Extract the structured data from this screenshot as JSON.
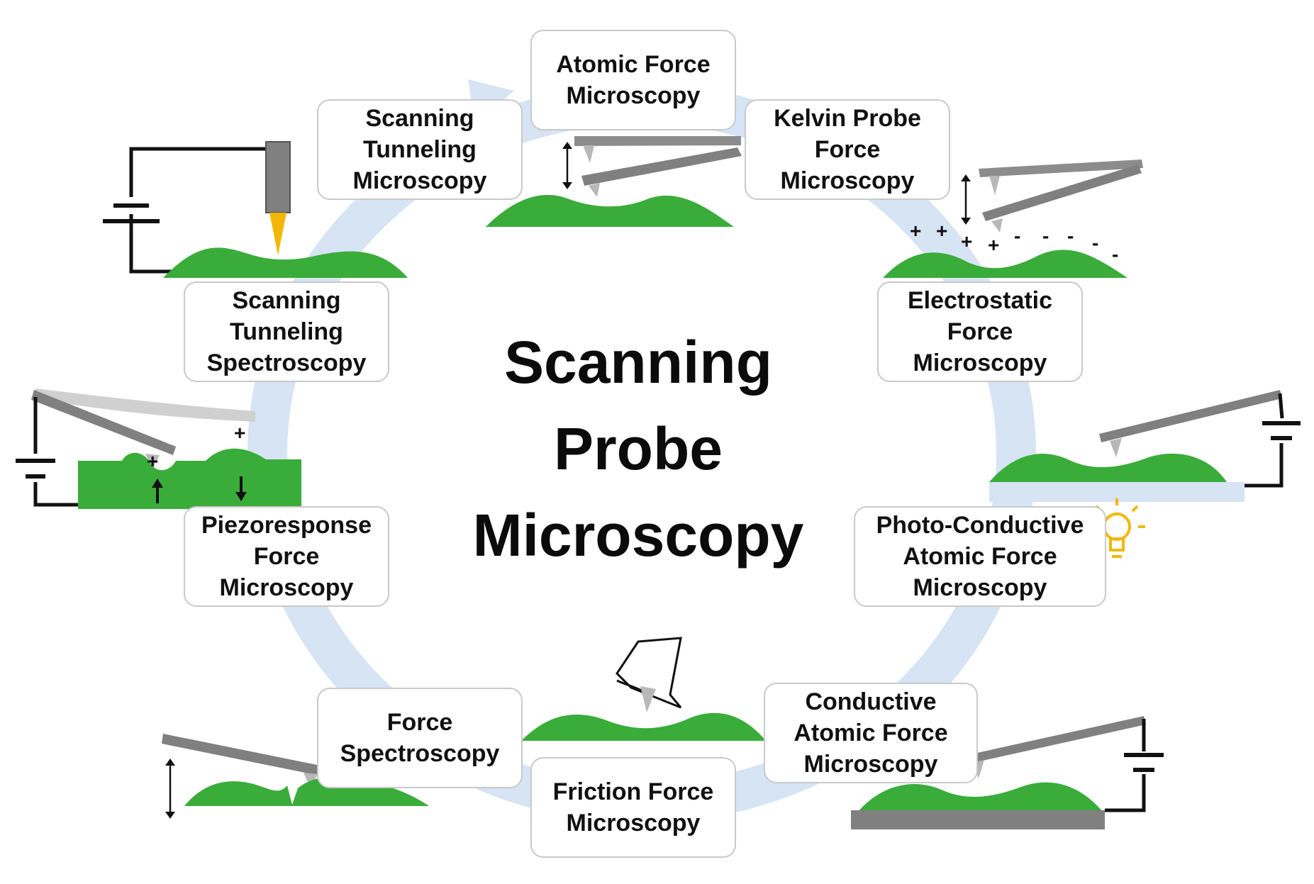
{
  "title": [
    "Scanning",
    "Probe",
    "Microscopy"
  ],
  "techniques": [
    {
      "id": "afm",
      "lines": [
        "Atomic Force",
        "Microscopy"
      ]
    },
    {
      "id": "kpfm",
      "lines": [
        "Kelvin Probe",
        "Force",
        "Microscopy"
      ]
    },
    {
      "id": "efm",
      "lines": [
        "Electrostatic",
        "Force",
        "Microscopy"
      ]
    },
    {
      "id": "pcafm",
      "lines": [
        "Photo-Conductive",
        "Atomic Force",
        "Microscopy"
      ]
    },
    {
      "id": "cafm",
      "lines": [
        "Conductive",
        "Atomic Force",
        "Microscopy"
      ]
    },
    {
      "id": "ffm",
      "lines": [
        "Friction Force",
        "Microscopy"
      ]
    },
    {
      "id": "fs",
      "lines": [
        "Force",
        "Spectroscopy"
      ]
    },
    {
      "id": "pfm",
      "lines": [
        "Piezoresponse",
        "Force",
        "Microscopy"
      ]
    },
    {
      "id": "sts",
      "lines": [
        "Scanning",
        "Tunneling",
        "Spectroscopy"
      ]
    },
    {
      "id": "stm",
      "lines": [
        "Scanning",
        "Tunneling",
        "Microscopy"
      ]
    }
  ],
  "symbols": {
    "plus": "+",
    "minus": "-"
  },
  "colors": {
    "surface": "#3aac3a",
    "cycle_arrow": "#d6e4f4",
    "cantilever": "#808080",
    "tip": "#b8b8b8",
    "bulb": "#f2b705",
    "stm_tip": "#f2b705"
  }
}
